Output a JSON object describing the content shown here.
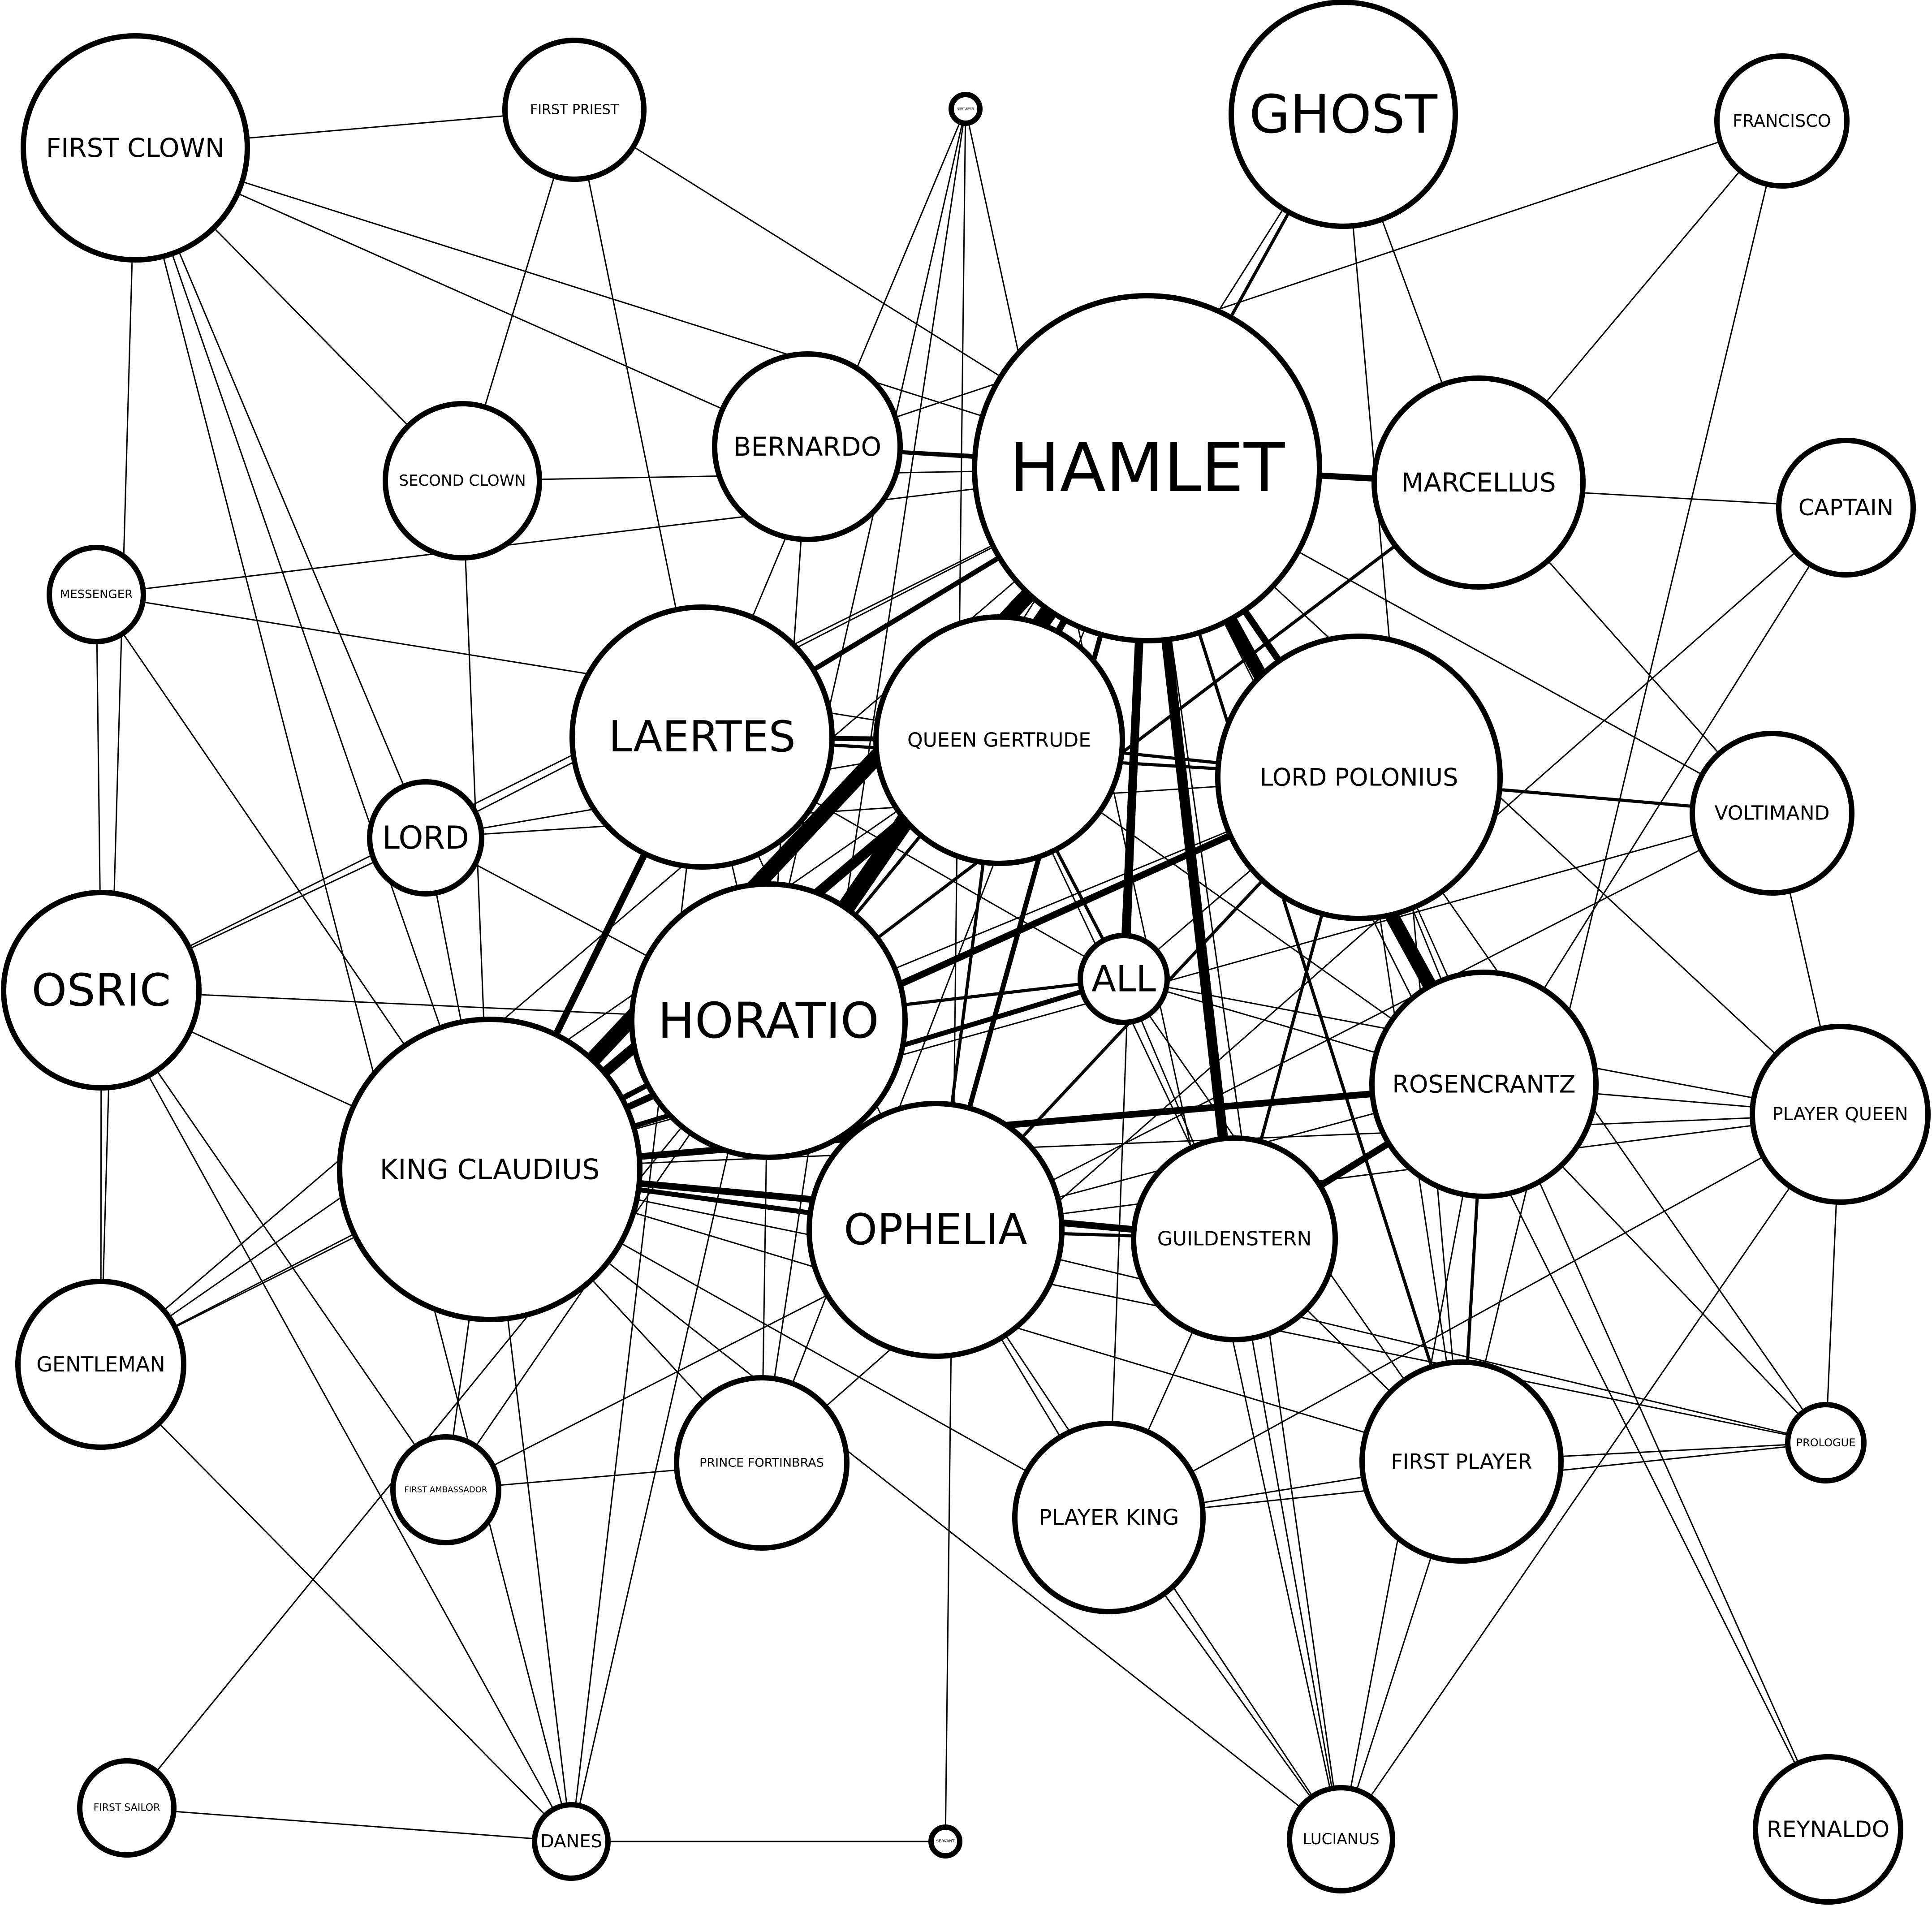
{
  "colors": {
    "background": "#ffffff",
    "stroke": "#000000"
  },
  "nodes": [
    {
      "id": "hamlet",
      "label": "HAMLET"
    },
    {
      "id": "ghost",
      "label": "GHOST"
    },
    {
      "id": "first_clown",
      "label": "FIRST CLOWN"
    },
    {
      "id": "first_priest",
      "label": "FIRST PRIEST"
    },
    {
      "id": "gentlemen",
      "label": "GENTLEMEN"
    },
    {
      "id": "francisco",
      "label": "FRANCISCO"
    },
    {
      "id": "second_clown",
      "label": "SECOND CLOWN"
    },
    {
      "id": "bernardo",
      "label": "BERNARDO"
    },
    {
      "id": "marcellus",
      "label": "MARCELLUS"
    },
    {
      "id": "captain",
      "label": "CAPTAIN"
    },
    {
      "id": "messenger",
      "label": "MESSENGER"
    },
    {
      "id": "laertes",
      "label": "LAERTES"
    },
    {
      "id": "queen_gertrude",
      "label": "QUEEN GERTRUDE"
    },
    {
      "id": "lord_polonius",
      "label": "LORD POLONIUS"
    },
    {
      "id": "voltimand",
      "label": "VOLTIMAND"
    },
    {
      "id": "lord",
      "label": "LORD"
    },
    {
      "id": "osric",
      "label": "OSRIC"
    },
    {
      "id": "horatio",
      "label": "HORATIO"
    },
    {
      "id": "all",
      "label": "ALL"
    },
    {
      "id": "rosencrantz",
      "label": "ROSENCRANTZ"
    },
    {
      "id": "player_queen",
      "label": "PLAYER QUEEN"
    },
    {
      "id": "king_claudius",
      "label": "KING CLAUDIUS"
    },
    {
      "id": "ophelia",
      "label": "OPHELIA"
    },
    {
      "id": "guildenstern",
      "label": "GUILDENSTERN"
    },
    {
      "id": "gentleman",
      "label": "GENTLEMAN"
    },
    {
      "id": "prologue",
      "label": "PROLOGUE"
    },
    {
      "id": "first_ambassador",
      "label": "FIRST AMBASSADOR"
    },
    {
      "id": "prince_fortinbras",
      "label": "PRINCE FORTINBRAS"
    },
    {
      "id": "player_king",
      "label": "PLAYER KING"
    },
    {
      "id": "first_player",
      "label": "FIRST PLAYER"
    },
    {
      "id": "first_sailor",
      "label": "FIRST SAILOR"
    },
    {
      "id": "danes",
      "label": "DANES"
    },
    {
      "id": "servant",
      "label": "SERVANT"
    },
    {
      "id": "lucianus",
      "label": "LUCIANUS"
    },
    {
      "id": "reynaldo",
      "label": "REYNALDO"
    }
  ],
  "edges": [
    [
      "hamlet",
      "king_claudius",
      9
    ],
    [
      "hamlet",
      "horatio",
      10
    ],
    [
      "hamlet",
      "rosencrantz",
      8
    ],
    [
      "hamlet",
      "guildenstern",
      6
    ],
    [
      "hamlet",
      "all",
      5
    ],
    [
      "hamlet",
      "queen_gertrude",
      4
    ],
    [
      "hamlet",
      "lord_polonius",
      4
    ],
    [
      "hamlet",
      "laertes",
      3
    ],
    [
      "hamlet",
      "ophelia",
      3
    ],
    [
      "hamlet",
      "bernardo",
      2
    ],
    [
      "hamlet",
      "marcellus",
      3
    ],
    [
      "hamlet",
      "ghost",
      2
    ],
    [
      "hamlet",
      "first_player",
      2
    ],
    [
      "hamlet",
      "osric",
      1
    ],
    [
      "hamlet",
      "first_clown",
      1
    ],
    [
      "hamlet",
      "lord",
      1
    ],
    [
      "hamlet",
      "voltimand",
      1
    ],
    [
      "hamlet",
      "player_king",
      1
    ],
    [
      "hamlet",
      "prince_fortinbras",
      1
    ],
    [
      "hamlet",
      "captain",
      1
    ],
    [
      "hamlet",
      "messenger",
      1
    ],
    [
      "hamlet",
      "gentleman",
      1
    ],
    [
      "hamlet",
      "player_queen",
      1
    ],
    [
      "hamlet",
      "lucianus",
      1
    ],
    [
      "hamlet",
      "prologue",
      1
    ],
    [
      "hamlet",
      "second_clown",
      1
    ],
    [
      "hamlet",
      "first_ambassador",
      1
    ],
    [
      "hamlet",
      "first_priest",
      1
    ],
    [
      "king_claudius",
      "queen_gertrude",
      6
    ],
    [
      "king_claudius",
      "laertes",
      4
    ],
    [
      "king_claudius",
      "lord_polonius",
      4
    ],
    [
      "king_claudius",
      "rosencrantz",
      4
    ],
    [
      "king_claudius",
      "guildenstern",
      4
    ],
    [
      "king_claudius",
      "ophelia",
      3
    ],
    [
      "king_claudius",
      "all",
      3
    ],
    [
      "king_claudius",
      "horatio",
      3
    ],
    [
      "king_claudius",
      "gentleman",
      1
    ],
    [
      "king_claudius",
      "osric",
      1
    ],
    [
      "king_claudius",
      "messenger",
      1
    ],
    [
      "king_claudius",
      "lord",
      1
    ],
    [
      "king_claudius",
      "voltimand",
      1
    ],
    [
      "king_claudius",
      "first_player",
      1
    ],
    [
      "king_claudius",
      "player_king",
      1
    ],
    [
      "king_claudius",
      "prince_fortinbras",
      1
    ],
    [
      "king_claudius",
      "danes",
      1
    ],
    [
      "king_claudius",
      "first_ambassador",
      1
    ],
    [
      "king_claudius",
      "lucianus",
      1
    ],
    [
      "king_claudius",
      "first_clown",
      1
    ],
    [
      "king_claudius",
      "prologue",
      1
    ],
    [
      "king_claudius",
      "player_queen",
      1
    ],
    [
      "king_claudius",
      "second_clown",
      1
    ],
    [
      "laertes",
      "queen_gertrude",
      3
    ],
    [
      "laertes",
      "lord_polonius",
      2
    ],
    [
      "laertes",
      "horatio",
      1
    ],
    [
      "laertes",
      "ophelia",
      1
    ],
    [
      "laertes",
      "first_priest",
      1
    ],
    [
      "laertes",
      "all",
      1
    ],
    [
      "laertes",
      "danes",
      1
    ],
    [
      "laertes",
      "gentlemen",
      1
    ],
    [
      "queen_gertrude",
      "lord_polonius",
      2
    ],
    [
      "queen_gertrude",
      "ophelia",
      2
    ],
    [
      "queen_gertrude",
      "rosencrantz",
      1
    ],
    [
      "queen_gertrude",
      "guildenstern",
      1
    ],
    [
      "queen_gertrude",
      "all",
      2
    ],
    [
      "queen_gertrude",
      "horatio",
      2
    ],
    [
      "queen_gertrude",
      "gentleman",
      1
    ],
    [
      "queen_gertrude",
      "messenger",
      1
    ],
    [
      "queen_gertrude",
      "lord",
      1
    ],
    [
      "lord_polonius",
      "ophelia",
      2
    ],
    [
      "lord_polonius",
      "voltimand",
      2
    ],
    [
      "lord_polonius",
      "rosencrantz",
      1
    ],
    [
      "lord_polonius",
      "guildenstern",
      2
    ],
    [
      "lord_polonius",
      "all",
      1
    ],
    [
      "lord_polonius",
      "reynaldo",
      1
    ],
    [
      "lord_polonius",
      "first_player",
      1
    ],
    [
      "lord_polonius",
      "horatio",
      1
    ],
    [
      "lord_polonius",
      "lord",
      1
    ],
    [
      "rosencrantz",
      "guildenstern",
      4
    ],
    [
      "rosencrantz",
      "first_player",
      2
    ],
    [
      "rosencrantz",
      "player_queen",
      1
    ],
    [
      "rosencrantz",
      "ophelia",
      1
    ],
    [
      "rosencrantz",
      "all",
      1
    ],
    [
      "rosencrantz",
      "captain",
      1
    ],
    [
      "rosencrantz",
      "lucianus",
      1
    ],
    [
      "rosencrantz",
      "prologue",
      1
    ],
    [
      "guildenstern",
      "ophelia",
      2
    ],
    [
      "guildenstern",
      "all",
      1
    ],
    [
      "guildenstern",
      "first_player",
      1
    ],
    [
      "guildenstern",
      "lucianus",
      1
    ],
    [
      "guildenstern",
      "player_king",
      1
    ],
    [
      "horatio",
      "marcellus",
      2
    ],
    [
      "horatio",
      "ghost",
      1
    ],
    [
      "horatio",
      "bernardo",
      1
    ],
    [
      "horatio",
      "osric",
      1
    ],
    [
      "horatio",
      "all",
      2
    ],
    [
      "horatio",
      "ophelia",
      1
    ],
    [
      "horatio",
      "gentleman",
      1
    ],
    [
      "horatio",
      "first_sailor",
      1
    ],
    [
      "horatio",
      "prince_fortinbras",
      1
    ],
    [
      "horatio",
      "lord",
      1
    ],
    [
      "marcellus",
      "bernardo",
      2
    ],
    [
      "marcellus",
      "ghost",
      1
    ],
    [
      "marcellus",
      "francisco",
      1
    ],
    [
      "marcellus",
      "voltimand",
      1
    ],
    [
      "bernardo",
      "francisco",
      1
    ],
    [
      "bernardo",
      "first_clown",
      1
    ],
    [
      "first_clown",
      "first_priest",
      1
    ],
    [
      "first_clown",
      "second_clown",
      1
    ],
    [
      "first_clown",
      "lord",
      1
    ],
    [
      "first_clown",
      "danes",
      1
    ],
    [
      "first_clown",
      "gentleman",
      1
    ],
    [
      "first_priest",
      "second_clown",
      1
    ],
    [
      "osric",
      "lord",
      1
    ],
    [
      "osric",
      "gentleman",
      1
    ],
    [
      "osric",
      "first_ambassador",
      1
    ],
    [
      "osric",
      "danes",
      1
    ],
    [
      "osric",
      "messenger",
      1
    ],
    [
      "first_player",
      "player_king",
      1
    ],
    [
      "first_player",
      "lucianus",
      1
    ],
    [
      "first_player",
      "prologue",
      1
    ],
    [
      "player_king",
      "player_queen",
      1
    ],
    [
      "player_king",
      "lucianus",
      1
    ],
    [
      "player_king",
      "prologue",
      1
    ],
    [
      "player_queen",
      "prologue",
      1
    ],
    [
      "player_queen",
      "lucianus",
      1
    ],
    [
      "ophelia",
      "player_king",
      1
    ],
    [
      "ophelia",
      "lucianus",
      1
    ],
    [
      "ophelia",
      "prologue",
      1
    ],
    [
      "ophelia",
      "player_queen",
      1
    ],
    [
      "gentlemen",
      "prince_fortinbras",
      1
    ],
    [
      "gentlemen",
      "danes",
      1
    ],
    [
      "gentlemen",
      "lucianus",
      1
    ],
    [
      "gentlemen",
      "servant",
      1
    ],
    [
      "first_sailor",
      "danes",
      1
    ],
    [
      "danes",
      "servant",
      1
    ],
    [
      "danes",
      "gentleman",
      1
    ],
    [
      "prince_fortinbras",
      "first_ambassador",
      1
    ],
    [
      "all",
      "player_queen",
      1
    ],
    [
      "all",
      "first_player",
      1
    ],
    [
      "voltimand",
      "player_queen",
      1
    ],
    [
      "voltimand",
      "first_ambassador",
      1
    ],
    [
      "captain",
      "prince_fortinbras",
      1
    ],
    [
      "francisco",
      "first_player",
      1
    ],
    [
      "ghost",
      "first_player",
      1
    ],
    [
      "reynaldo",
      "hamlet",
      1
    ]
  ]
}
